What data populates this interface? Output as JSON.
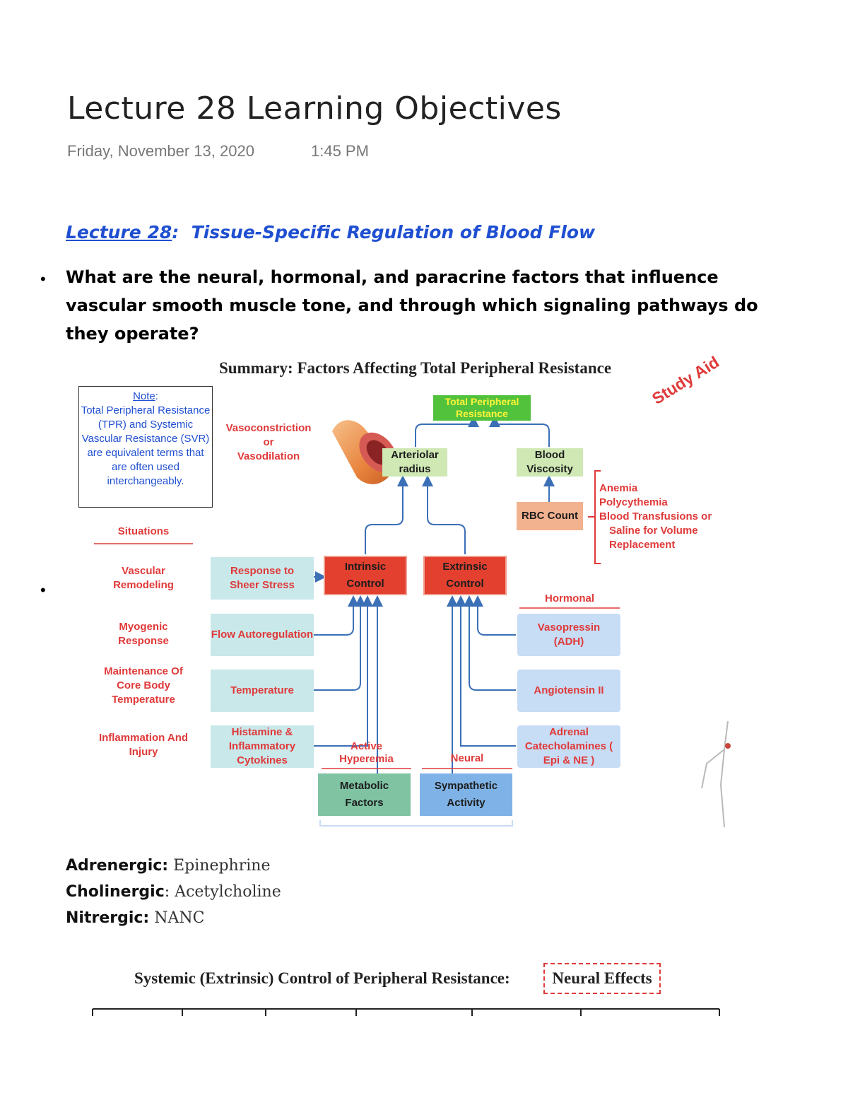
{
  "header": {
    "title": "Lecture 28 Learning Objectives",
    "date": "Friday, November 13, 2020",
    "time": "1:45 PM"
  },
  "lecture": {
    "label": "Lecture 28",
    "colon": ":",
    "topic": "Tissue-Specific Regulation of Blood Flow"
  },
  "bullets": {
    "symbol": "•",
    "question": "What are the neural, hormonal, and paracrine factors that influence vascular smooth muscle tone, and through which signaling pathways do they operate?"
  },
  "figure": {
    "title": "Summary:  Factors Affecting Total Peripheral Resistance",
    "study_aid": "Study Aid",
    "note": {
      "head": "Note",
      "colon": ":",
      "body": "Total Peripheral Resistance (TPR) and Systemic Vascular Resistance (SVR) are equivalent terms that are often used interchangeably."
    },
    "vaso": {
      "line1": "Vasoconstriction",
      "line2": "or",
      "line3": "Vasodilation"
    },
    "tpr": "Total Peripheral Resistance",
    "arteriolar_radius": "Arteriolar radius",
    "blood_viscosity": "Blood Viscosity",
    "rbc_count": "RBC Count",
    "rbc_factors": [
      "Anemia",
      "Polycythemia",
      "Blood Transfusions or",
      "Saline for Volume",
      "Replacement"
    ],
    "situations_header": "Situations",
    "situations": [
      "Vascular Remodeling",
      "Myogenic Response",
      "Maintenance Of Core Body Temperature",
      "Inflammation And Injury"
    ],
    "intrinsic_inputs": [
      "Response to Sheer Stress",
      "Flow Autoregulation",
      "Temperature",
      "Histamine & Inflammatory Cytokines"
    ],
    "intrinsic_control": "Intrinsic Control",
    "extrinsic_control": "Extrinsic Control",
    "hormonal_header": "Hormonal",
    "hormonal": [
      "Vasopressin (ADH)",
      "Angiotensin II",
      "Adrenal Catecholamines ( Epi & NE )"
    ],
    "active_hyperemia": {
      "line1": "Active",
      "line2": "Hyperemia"
    },
    "neural_label": "Neural",
    "metabolic_factors": "Metabolic Factors",
    "sympathetic_activity": "Sympathetic Activity"
  },
  "nerves": [
    {
      "label": "Adrenergic:",
      "value": "Epinephrine"
    },
    {
      "label": "Cholinergic",
      "value": ": Acetylcholine"
    },
    {
      "label": "Nitrergic:",
      "value": "NANC"
    }
  ],
  "figure2": {
    "title": "Systemic (Extrinsic) Control of Peripheral Resistance:",
    "highlight": "Neural Effects"
  },
  "colors": {
    "accent_blue": "#1f4fd1",
    "accent_red": "#e03a3a",
    "arrow_blue": "#3b6fb6"
  }
}
